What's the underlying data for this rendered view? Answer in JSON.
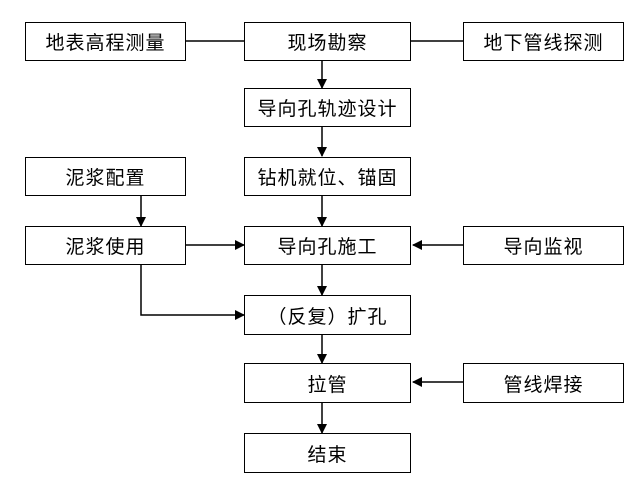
{
  "nodes": {
    "surface_survey": "地表高程测量",
    "site_survey": "现场勘察",
    "pipeline_detect": "地下管线探测",
    "pilot_design": "导向孔轨迹设计",
    "drill_setup": "钻机就位、锚固",
    "mud_config": "泥浆配置",
    "mud_use": "泥浆使用",
    "pilot_construct": "导向孔施工",
    "guide_monitor": "导向监视",
    "reaming": "（反复）扩孔",
    "pull_pipe": "拉管",
    "pipe_weld": "管线焊接",
    "end": "结束"
  }
}
